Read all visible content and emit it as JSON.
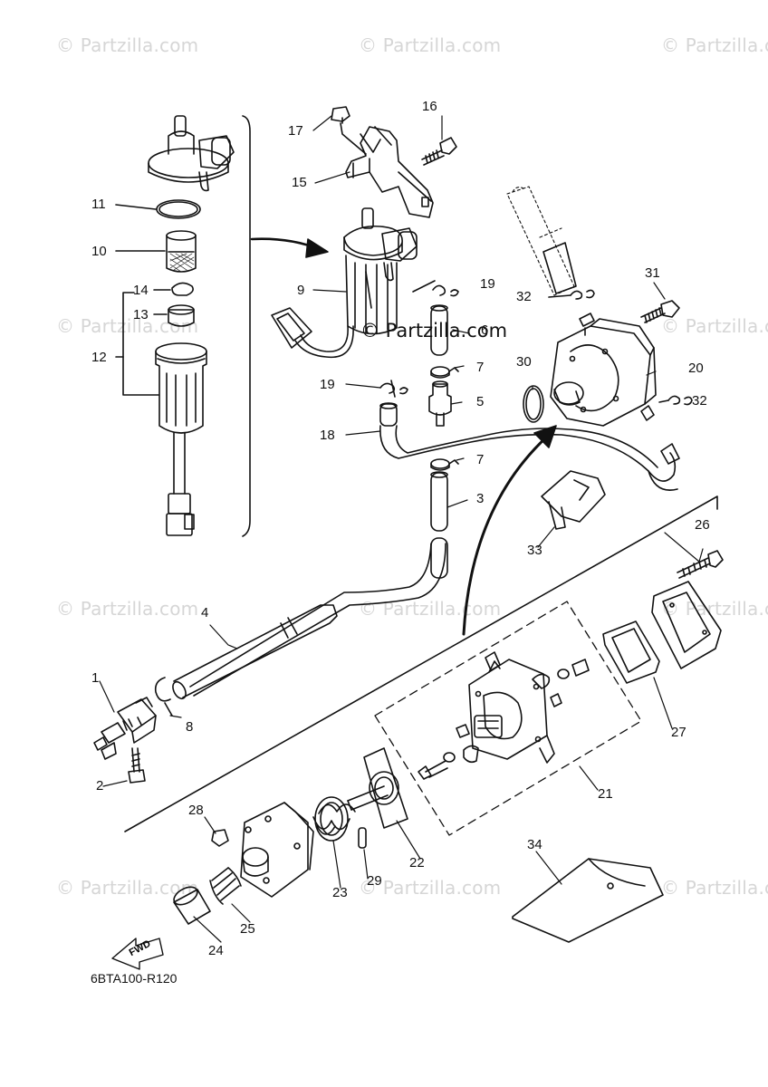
{
  "watermark": "© Partzilla.com",
  "center_watermark": "© Partzilla.com",
  "diagram_code": "6BTA100-R120",
  "fwd_label": "FWD",
  "callouts": [
    "1",
    "2",
    "3",
    "4",
    "5",
    "6",
    "7",
    "7",
    "8",
    "9",
    "10",
    "11",
    "12",
    "13",
    "14",
    "15",
    "16",
    "17",
    "18",
    "19",
    "19",
    "20",
    "21",
    "22",
    "23",
    "24",
    "25",
    "26",
    "27",
    "28",
    "29",
    "30",
    "31",
    "32",
    "32",
    "33",
    "34"
  ]
}
